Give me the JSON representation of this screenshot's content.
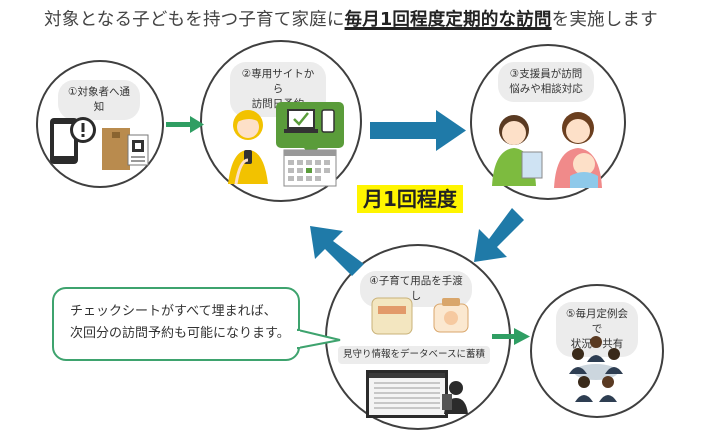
{
  "title": {
    "prefix": "対象となる子どもを持つ子育て家庭に",
    "highlight": "毎月1回程度定期的な訪問",
    "suffix": "を実施します"
  },
  "steps": [
    {
      "label": "①対象者へ通知"
    },
    {
      "label_line1": "②専用サイトから",
      "label_line2": "訪問日予約"
    },
    {
      "label_line1": "③支援員が訪問",
      "label_line2": "悩みや相談対応"
    },
    {
      "label": "④子育て用品を手渡し"
    },
    {
      "label_line1": "⑤毎月定例会で",
      "label_line2": "状況の共有"
    }
  ],
  "frequency_label": "月1回程度",
  "note": {
    "line1": "チェックシートがすべて埋まれば、",
    "line2": "次回分の訪問予約も可能になります。"
  },
  "database_label": "見守り情報をデータベースに蓄積",
  "colors": {
    "arrow_blue": "#1f7aa8",
    "arrow_green": "#2f9e63",
    "highlight_yellow": "#fff500",
    "note_border": "#3ea36e",
    "circle_border": "#3f3f3f"
  },
  "icons": [
    "smartphone-alert-icon",
    "envelope-icon",
    "qr-code-icon",
    "woman-with-phone-icon",
    "laptop-icon",
    "calendar-icon",
    "caregivers-icon",
    "baby-items-icon",
    "database-screen-icon",
    "meeting-people-icon"
  ]
}
